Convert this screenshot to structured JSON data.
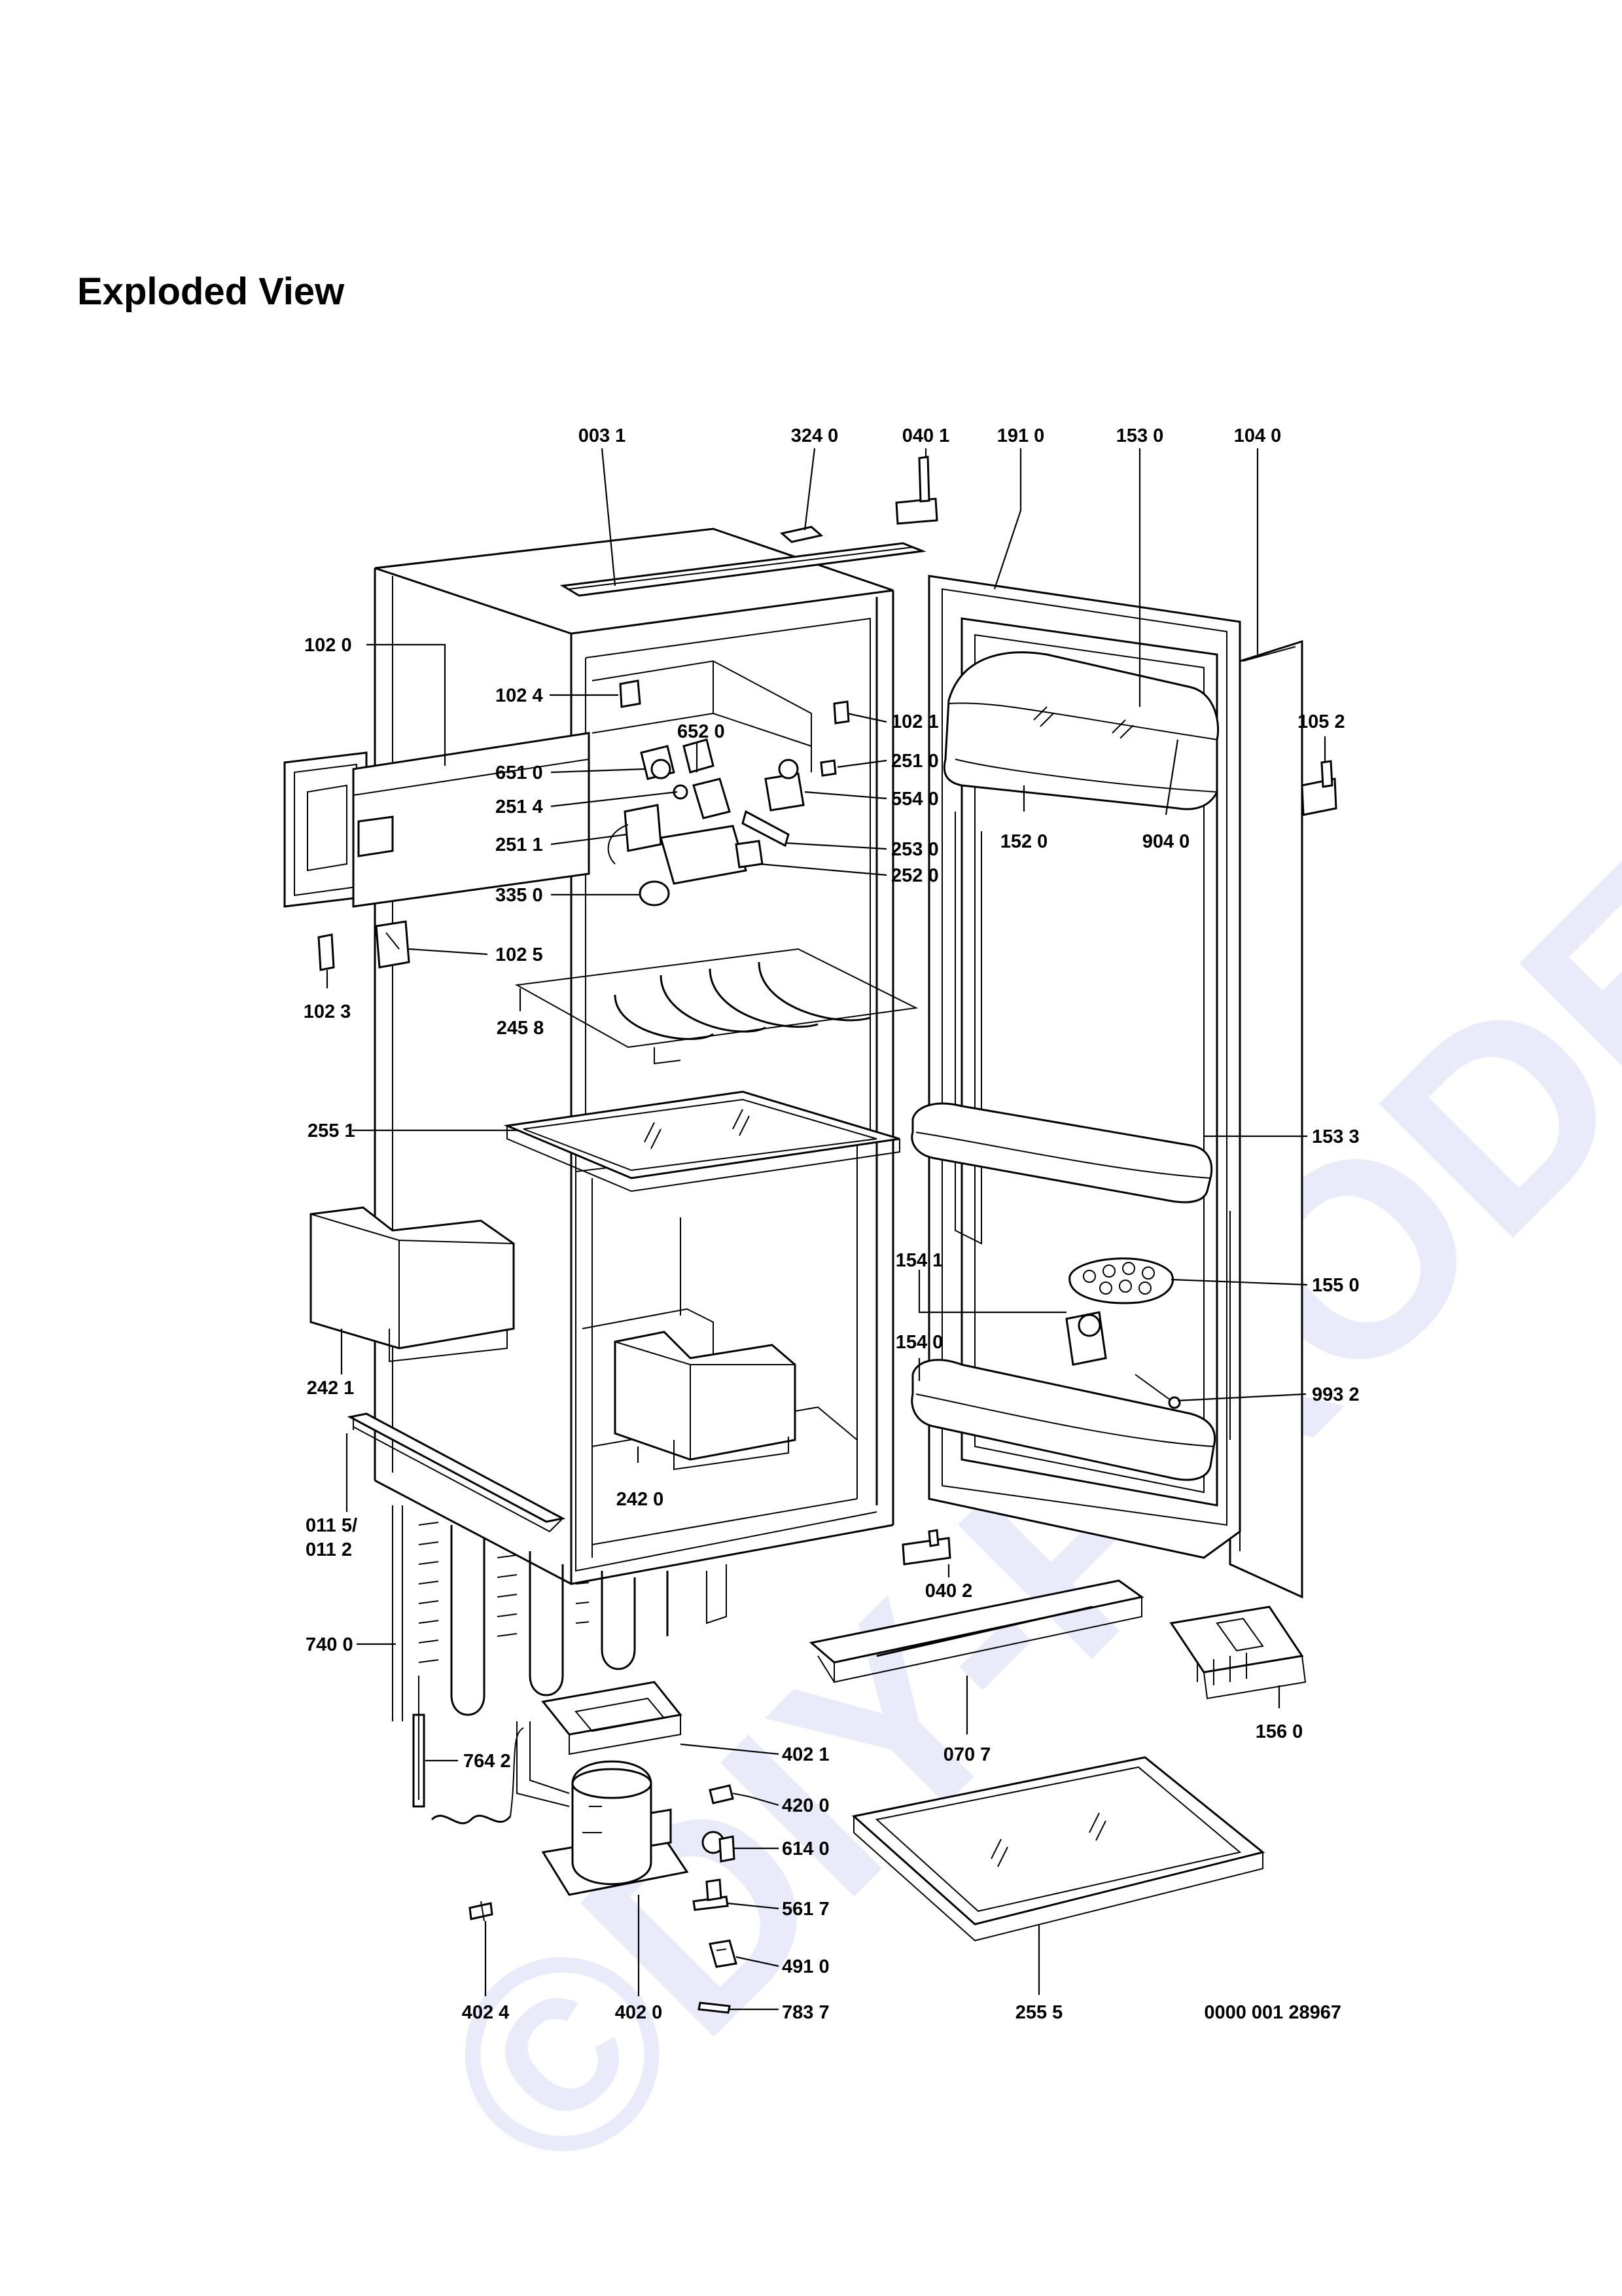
{
  "title": "Exploded View",
  "watermark": "©DIY-PRODEJ.cz",
  "drawing_number": "0000 001 28967",
  "part_labels": [
    {
      "id": "003-1",
      "text": "003 1"
    },
    {
      "id": "324-0",
      "text": "324 0"
    },
    {
      "id": "040-1",
      "text": "040 1"
    },
    {
      "id": "191-0",
      "text": "191 0"
    },
    {
      "id": "153-0",
      "text": "153 0"
    },
    {
      "id": "104-0",
      "text": "104 0"
    },
    {
      "id": "102-0",
      "text": "102 0"
    },
    {
      "id": "102-4",
      "text": "102 4"
    },
    {
      "id": "652-0",
      "text": "652 0"
    },
    {
      "id": "102-1",
      "text": "102 1"
    },
    {
      "id": "651-0",
      "text": "651 0"
    },
    {
      "id": "251-0",
      "text": "251 0"
    },
    {
      "id": "251-4",
      "text": "251 4"
    },
    {
      "id": "554-0",
      "text": "554 0"
    },
    {
      "id": "105-2",
      "text": "105 2"
    },
    {
      "id": "251-1",
      "text": "251 1"
    },
    {
      "id": "253-0",
      "text": "253 0"
    },
    {
      "id": "152-0",
      "text": "152 0"
    },
    {
      "id": "904-0",
      "text": "904 0"
    },
    {
      "id": "252-0",
      "text": "252 0"
    },
    {
      "id": "335-0",
      "text": "335 0"
    },
    {
      "id": "102-5",
      "text": "102 5"
    },
    {
      "id": "102-3",
      "text": "102 3"
    },
    {
      "id": "245-8",
      "text": "245 8"
    },
    {
      "id": "255-1",
      "text": "255 1"
    },
    {
      "id": "153-3",
      "text": "153 3"
    },
    {
      "id": "154-1",
      "text": "154 1"
    },
    {
      "id": "155-0",
      "text": "155 0"
    },
    {
      "id": "242-1",
      "text": "242 1"
    },
    {
      "id": "154-0",
      "text": "154 0"
    },
    {
      "id": "993-2",
      "text": "993 2"
    },
    {
      "id": "242-0",
      "text": "242 0"
    },
    {
      "id": "011-5",
      "text": "011 5/"
    },
    {
      "id": "011-2",
      "text": "011 2"
    },
    {
      "id": "040-2",
      "text": "040 2"
    },
    {
      "id": "740-0",
      "text": "740 0"
    },
    {
      "id": "156-0",
      "text": "156 0"
    },
    {
      "id": "070-7",
      "text": "070 7"
    },
    {
      "id": "764-2",
      "text": "764 2"
    },
    {
      "id": "402-1",
      "text": "402 1"
    },
    {
      "id": "420-0",
      "text": "420 0"
    },
    {
      "id": "614-0",
      "text": "614 0"
    },
    {
      "id": "561-7",
      "text": "561 7"
    },
    {
      "id": "491-0",
      "text": "491 0"
    },
    {
      "id": "402-4",
      "text": "402 4"
    },
    {
      "id": "402-0",
      "text": "402 0"
    },
    {
      "id": "783-7",
      "text": "783 7"
    },
    {
      "id": "255-5",
      "text": "255 5"
    }
  ]
}
